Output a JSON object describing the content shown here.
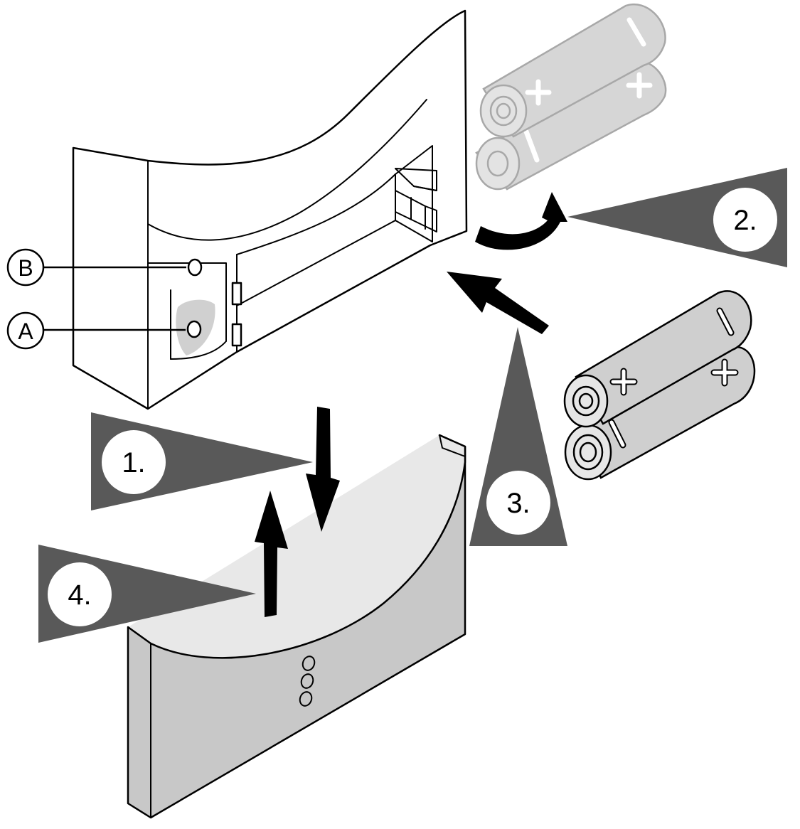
{
  "callouts": {
    "a": "A",
    "b": "B"
  },
  "steps": [
    {
      "label": "1."
    },
    {
      "label": "2."
    },
    {
      "label": "3."
    },
    {
      "label": "4."
    }
  ],
  "battery_marks": {
    "plus": "+",
    "minus": "−"
  },
  "colors": {
    "wedge": "#595959",
    "cover_fill": "#c8c8c8",
    "battery_fill": "#cfcfcf",
    "faded_battery_fill": "#d6d6d6",
    "thumb_recess": "#d0d0d0"
  },
  "icons": {
    "arrow_down": "arrow-down-icon",
    "arrow_up": "arrow-up-icon",
    "arrow_insert": "arrow-insert-icon",
    "arrow_remove": "curved-arrow-remove-icon"
  }
}
